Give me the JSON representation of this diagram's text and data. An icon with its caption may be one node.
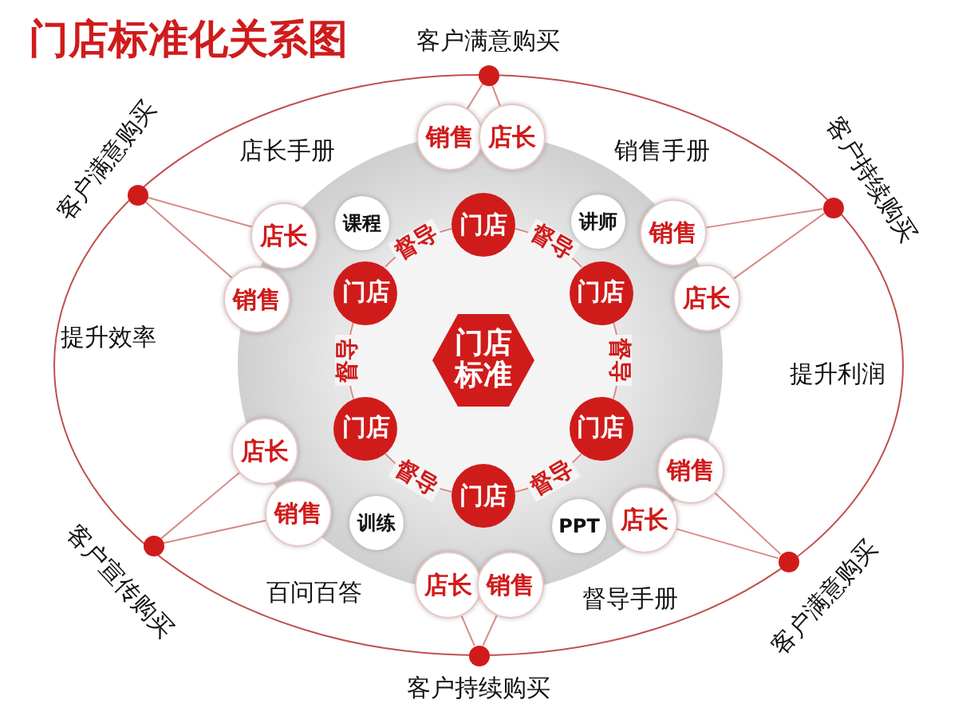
{
  "diagram": {
    "title": "门店标准化关系图",
    "nodes": [
      {
        "text": [
          "门店标准"
        ]
      },
      {
        "text": [
          "门店"
        ]
      },
      {
        "text": [
          "门店"
        ]
      },
      {
        "text": [
          "门店"
        ]
      },
      {
        "text": [
          "门店"
        ]
      },
      {
        "text": [
          "门店"
        ]
      },
      {
        "text": [
          "门店"
        ]
      },
      {
        "text": [],
        "shape": "circle",
        "beside": [
          "客户满意购买"
        ]
      },
      {
        "text": [],
        "shape": "circle",
        "beside": [
          "客户满意购买"
        ]
      },
      {
        "text": [],
        "shape": "circle",
        "beside": [
          "客户持续购买"
        ]
      },
      {
        "text": [],
        "shape": "circle",
        "beside": [
          "客户宣传购买"
        ]
      },
      {
        "text": [],
        "shape": "circle",
        "beside": [
          "客户满意购买"
        ]
      },
      {
        "text": [],
        "shape": "circle",
        "beside": [
          "客户持续购买"
        ]
      },
      {
        "text": [
          "销售"
        ]
      },
      {
        "text": [
          "店长"
        ]
      },
      {
        "text": [
          "店长"
        ]
      },
      {
        "text": [
          "销售"
        ]
      },
      {
        "text": [
          "销售"
        ]
      },
      {
        "text": [
          "店长"
        ]
      },
      {
        "text": [
          "店长"
        ]
      },
      {
        "text": [
          "销售"
        ]
      },
      {
        "text": [
          "销售"
        ]
      },
      {
        "text": [
          "店长"
        ]
      },
      {
        "text": [
          "店长"
        ]
      },
      {
        "text": [
          "销售"
        ]
      },
      {
        "text": [
          "课程"
        ]
      },
      {
        "text": [
          "讲师"
        ]
      },
      {
        "text": [
          "训练"
        ]
      },
      {
        "text": [
          "PPT"
        ]
      }
    ],
    "edges": [
      {
        "from": 1,
        "to": 3,
        "arrow": "none",
        "label": "督导"
      },
      {
        "from": 3,
        "to": 5,
        "arrow": "none",
        "label": "督导"
      },
      {
        "from": 5,
        "to": 6,
        "arrow": "none",
        "label": "督导"
      },
      {
        "from": 6,
        "to": 4,
        "arrow": "none",
        "label": "督导"
      },
      {
        "from": 4,
        "to": 2,
        "arrow": "none",
        "label": "督导"
      },
      {
        "from": 2,
        "to": 1,
        "arrow": "none",
        "label": "督导"
      },
      {
        "from": 7,
        "to": 13,
        "arrow": "none"
      },
      {
        "from": 7,
        "to": 14,
        "arrow": "none"
      },
      {
        "from": 8,
        "to": 15,
        "arrow": "none"
      },
      {
        "from": 8,
        "to": 16,
        "arrow": "none"
      },
      {
        "from": 9,
        "to": 17,
        "arrow": "none"
      },
      {
        "from": 9,
        "to": 18,
        "arrow": "none"
      },
      {
        "from": 10,
        "to": 19,
        "arrow": "none"
      },
      {
        "from": 10,
        "to": 20,
        "arrow": "none"
      },
      {
        "from": 11,
        "to": 21,
        "arrow": "none"
      },
      {
        "from": 11,
        "to": 22,
        "arrow": "none"
      },
      {
        "from": 12,
        "to": 23,
        "arrow": "none"
      },
      {
        "from": 12,
        "to": 24,
        "arrow": "none"
      }
    ],
    "labels": [
      "店长手册",
      "销售手册",
      "提升效率",
      "提升利润",
      "百问百答",
      "督导手册"
    ]
  }
}
